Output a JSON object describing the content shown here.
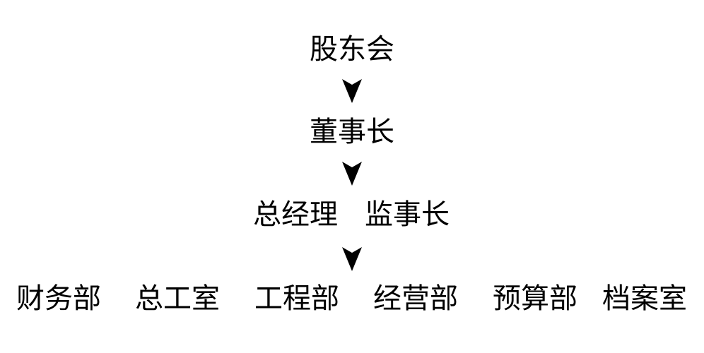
{
  "levels": {
    "shareholders": "股东会",
    "chairman": "董事长",
    "general_manager": "总经理",
    "supervisor": "监事长",
    "departments": [
      "财务部",
      "总工室",
      "工程部",
      "经营部",
      "预算部",
      "档案室"
    ]
  }
}
